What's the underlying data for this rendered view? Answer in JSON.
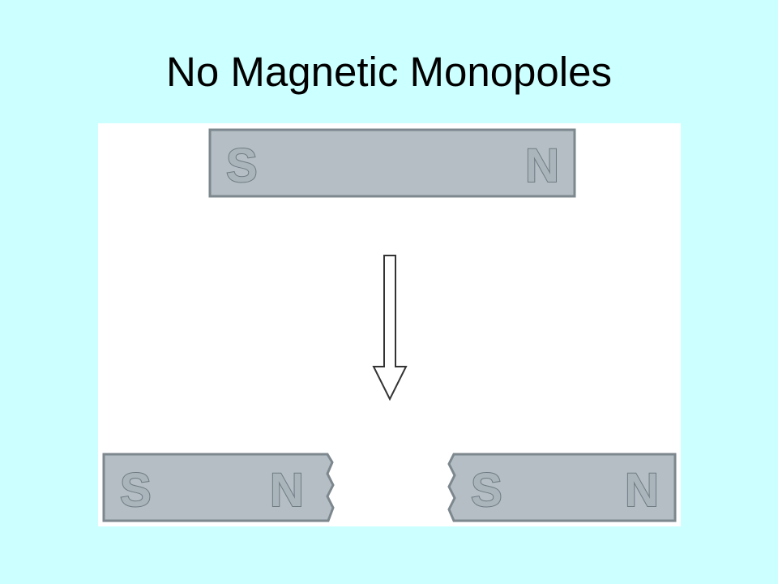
{
  "slide": {
    "title": "No Magnetic Monopoles"
  },
  "diagram": {
    "whole_magnet": {
      "south_label": "S",
      "north_label": "N"
    },
    "arrow": {
      "direction": "down"
    },
    "left_piece": {
      "south_label": "S",
      "north_label": "N"
    },
    "right_piece": {
      "south_label": "S",
      "north_label": "N"
    },
    "colors": {
      "background": "#ccffff",
      "panel": "#ffffff",
      "magnet_fill": "#b4bec4",
      "magnet_border": "#7d878e",
      "label_fill": "#aab4bb",
      "label_stroke": "#6e7a82",
      "arrow_stroke": "#333333"
    }
  }
}
